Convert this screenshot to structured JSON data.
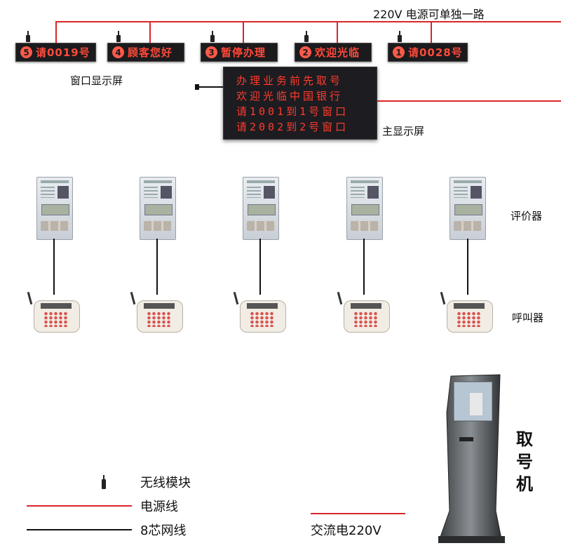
{
  "power_label": "220V  电源可单独一路",
  "window_displays": [
    {
      "num": "5",
      "text": "请0019号"
    },
    {
      "num": "4",
      "text": "顾客您好"
    },
    {
      "num": "3",
      "text": "暂停办理"
    },
    {
      "num": "2",
      "text": "欢迎光临"
    },
    {
      "num": "1",
      "text": "请0028号"
    }
  ],
  "window_display_label": "窗口显示屏",
  "main_display_lines": [
    "办理业务前先取号",
    "欢迎光临中国银行",
    "请1001到1号窗口",
    "请2002到2号窗口"
  ],
  "main_display_label": "主显示屏",
  "evaluator_label": "评价器",
  "pager_label": "呼叫器",
  "ticket_machine_label": "取\n号\n机",
  "ticket_machine_chars": [
    "取",
    "号",
    "机"
  ],
  "legend": {
    "wireless": "无线模块",
    "power_line": "电源线",
    "network": "8芯网线",
    "ac_power": "交流电220V"
  },
  "colors": {
    "power_line": "#d8262c",
    "network_line": "#111111",
    "led_text": "#ff3b2e"
  }
}
